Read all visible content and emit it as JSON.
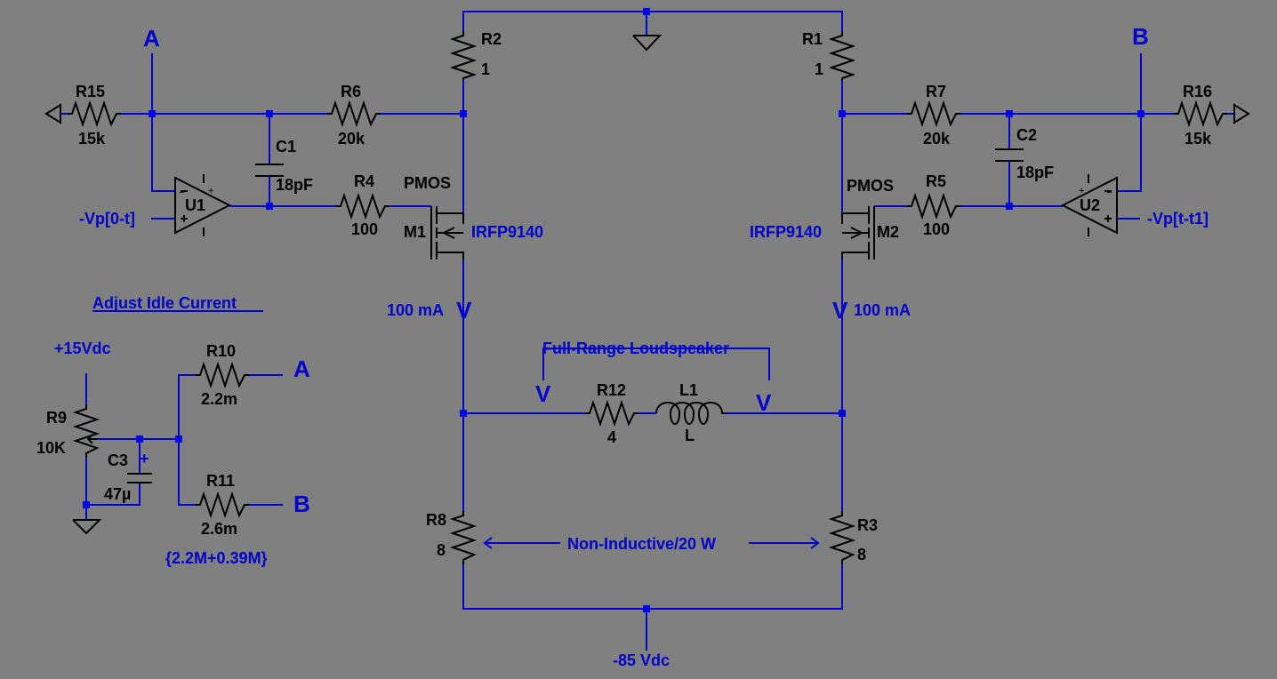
{
  "nets": {
    "A_top": "A",
    "B_top": "B",
    "A_bias": "A",
    "B_bias": "B",
    "src_left": "-Vp[0-t]",
    "src_right": "-Vp[t-t1]",
    "supply_pos": "+15Vdc",
    "supply_neg": "-85 Vdc",
    "current_left": "100 mA",
    "current_right": "100 mA"
  },
  "annotations": {
    "adjust_idle": "Adjust Idle Current",
    "loudspeaker": "Full-Range Loudspeaker",
    "non_inductive": "Non-Inductive/20 W",
    "r11_expr": "{2.2M+0.39M}"
  },
  "arrow_glyph": "V",
  "components": {
    "R1": {
      "name": "R1",
      "value": "1"
    },
    "R2": {
      "name": "R2",
      "value": "1"
    },
    "R3": {
      "name": "R3",
      "value": "8"
    },
    "R4": {
      "name": "R4",
      "value": "100"
    },
    "R5": {
      "name": "R5",
      "value": "100"
    },
    "R6": {
      "name": "R6",
      "value": "20k"
    },
    "R7": {
      "name": "R7",
      "value": "20k"
    },
    "R8": {
      "name": "R8",
      "value": "8"
    },
    "R9": {
      "name": "R9",
      "value": "10K"
    },
    "R10": {
      "name": "R10",
      "value": "2.2m"
    },
    "R11": {
      "name": "R11",
      "value": "2.6m"
    },
    "R12": {
      "name": "R12",
      "value": "4"
    },
    "R15": {
      "name": "R15",
      "value": "15k"
    },
    "R16": {
      "name": "R16",
      "value": "15k"
    },
    "C1": {
      "name": "C1",
      "value": "18pF"
    },
    "C2": {
      "name": "C2",
      "value": "18pF"
    },
    "C3": {
      "name": "C3",
      "value": "47µ"
    },
    "L1": {
      "name": "L1",
      "value": "L"
    },
    "U1": {
      "name": "U1"
    },
    "U2": {
      "name": "U2"
    },
    "M1": {
      "name": "M1",
      "type": "PMOS",
      "model": "IRFP9140"
    },
    "M2": {
      "name": "M2",
      "type": "PMOS",
      "model": "IRFP9140"
    }
  },
  "colors": {
    "background": "#808080",
    "wire": "#0000cc",
    "component": "#000000",
    "node": "#0000ee"
  }
}
